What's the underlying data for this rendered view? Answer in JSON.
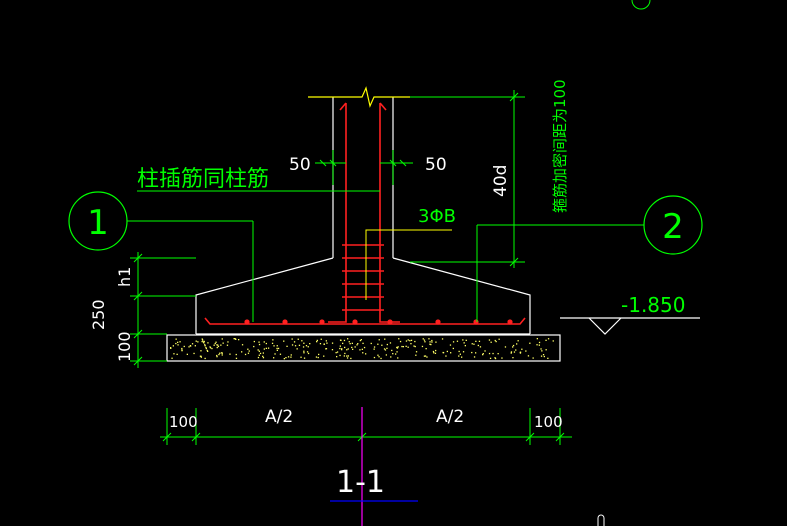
{
  "drawing": {
    "section_label": "1-1",
    "axis_left": "1",
    "axis_right": "2",
    "note_column_dowel": "柱插筋同柱筋",
    "note_stirrup": "箍筋加密间距为100",
    "label_stirrups": "3ΦB",
    "dim_left_50": "50",
    "dim_right_50": "50",
    "dim_40d": "40d",
    "dim_h1": "h1",
    "dim_250": "250",
    "dim_100_vertical": "100",
    "dim_left_100": "100",
    "dim_half_left": "A/2",
    "dim_half_right": "A/2",
    "dim_right_100": "100",
    "elevation": "-1.850"
  },
  "colors": {
    "background": "#000000",
    "concrete_outline": "#ffffff",
    "rebar": "#ff2020",
    "rebar_dots": "#ff2020",
    "text_green": "#00ff00",
    "text_white": "#ffffff",
    "leader_yellow": "#ffff00",
    "dim_green": "#00ff00",
    "section_line": "#0000ff",
    "magenta_axis": "#ff00ff"
  }
}
